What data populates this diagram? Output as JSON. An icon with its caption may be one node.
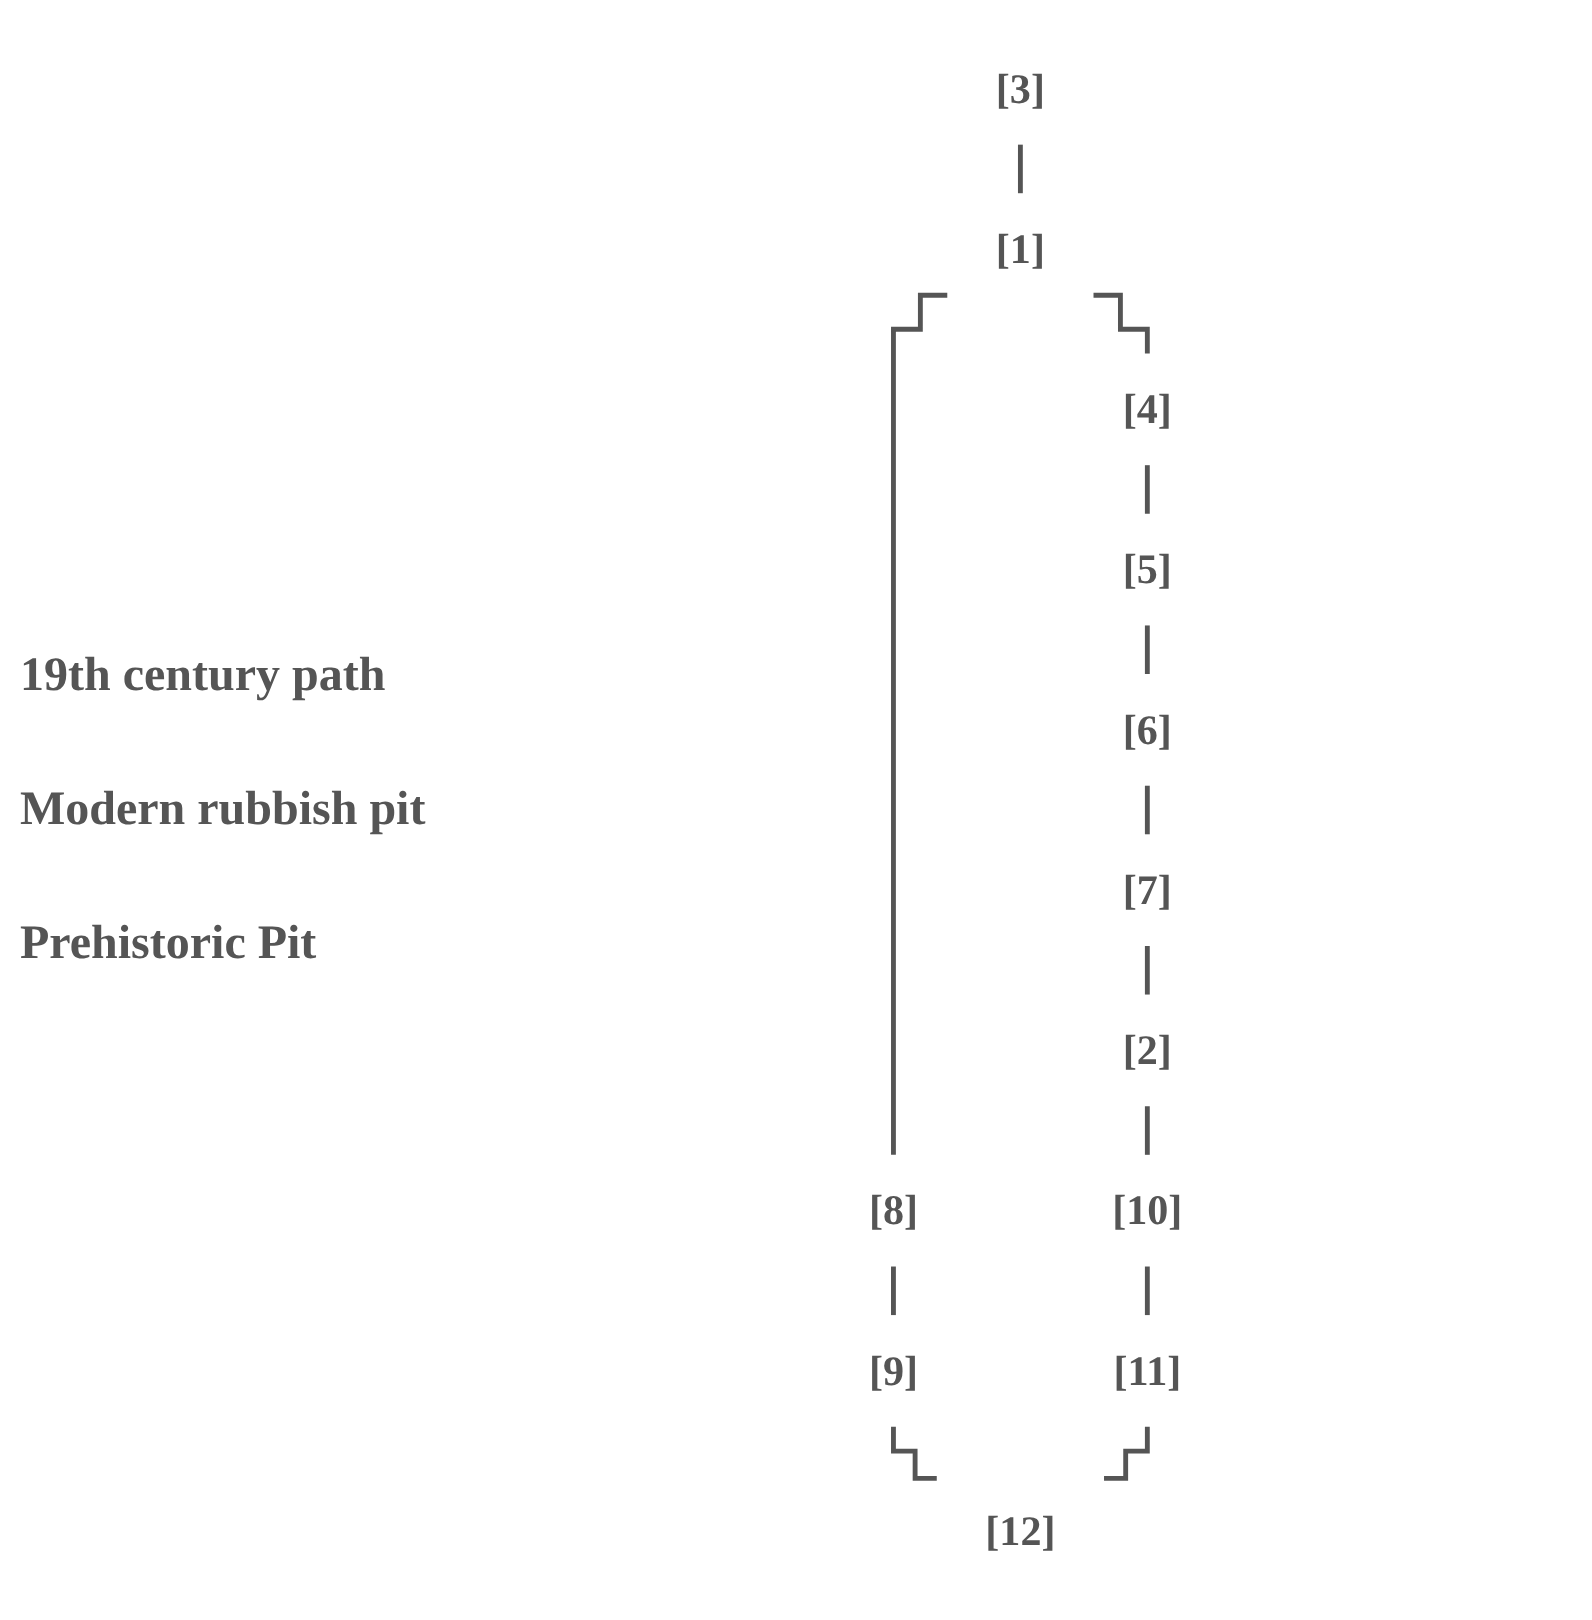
{
  "diagram": {
    "nodes": [
      {
        "text": [
          "[3]"
        ]
      },
      {
        "text": [
          "[1]"
        ]
      },
      {
        "text": [
          "[4]"
        ]
      },
      {
        "text": [
          "[5]"
        ]
      },
      {
        "text": [
          "[6]"
        ]
      },
      {
        "text": [
          "[7]"
        ]
      },
      {
        "text": [
          "[2]"
        ]
      },
      {
        "text": [
          "[8]"
        ]
      },
      {
        "text": [
          "[10]"
        ]
      },
      {
        "text": [
          "[9]"
        ]
      },
      {
        "text": [
          "[11]"
        ]
      },
      {
        "text": [
          "[12]"
        ]
      }
    ],
    "edges": [
      {
        "from": 0,
        "to": 1,
        "arrow": "none"
      },
      {
        "from": 1,
        "to": 2,
        "arrow": "none"
      },
      {
        "from": 1,
        "to": 7,
        "arrow": "none"
      },
      {
        "from": 2,
        "to": 3,
        "arrow": "none"
      },
      {
        "from": 3,
        "to": 4,
        "arrow": "none"
      },
      {
        "from": 4,
        "to": 5,
        "arrow": "none"
      },
      {
        "from": 5,
        "to": 6,
        "arrow": "none"
      },
      {
        "from": 6,
        "to": 8,
        "arrow": "none"
      },
      {
        "from": 7,
        "to": 9,
        "arrow": "none"
      },
      {
        "from": 8,
        "to": 10,
        "arrow": "none"
      },
      {
        "from": 9,
        "to": 11,
        "arrow": "none"
      },
      {
        "from": 10,
        "to": 11,
        "arrow": "none"
      }
    ],
    "labels": [
      "19th century path",
      "Modern rubbish pit",
      "Prehistoric Pit"
    ]
  }
}
